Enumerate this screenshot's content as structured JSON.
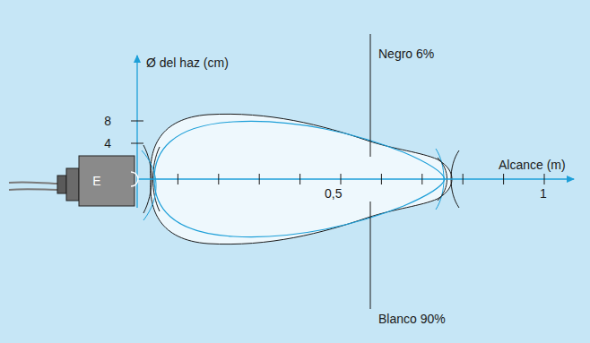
{
  "diagram": {
    "nodes": [
      {
        "text": [
          "E"
        ]
      }
    ],
    "labels": [
      "Ø del haz (cm)",
      "8",
      "4",
      "Alcance (m)",
      "0,5",
      "1",
      "Negro 6%",
      "Blanco 90%"
    ]
  }
}
